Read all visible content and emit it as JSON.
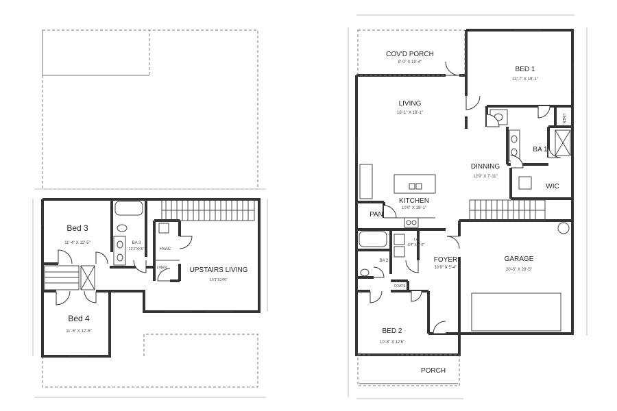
{
  "upper_floor": {
    "rooms": [
      {
        "name": "Bed 3",
        "dims": "11'-4\" X 12'-5\""
      },
      {
        "name": "Bed 4",
        "dims": "11'-5\" X 12'-5\""
      },
      {
        "name": "BA 3",
        "dims": "12'3\"X5'6\""
      },
      {
        "name": "HVAC",
        "dims": ""
      },
      {
        "name": "LINEN",
        "dims": ""
      },
      {
        "name": "UPSTAIRS LIVING",
        "dims": "16'1\"X14'6\""
      }
    ]
  },
  "main_floor": {
    "rooms": [
      {
        "name": "COV'D PORCH",
        "dims": "8'-0\" X 19'-4\""
      },
      {
        "name": "BED 1",
        "dims": "13'-7\" X 19'-1\""
      },
      {
        "name": "LIVING",
        "dims": "16'-1\" X 18'-1\""
      },
      {
        "name": "LINEN",
        "dims": ""
      },
      {
        "name": "BA 1",
        "dims": ""
      },
      {
        "name": "DINNING",
        "dims": "12'9\" X 7'-11\""
      },
      {
        "name": "WIC",
        "dims": ""
      },
      {
        "name": "KITCHEN",
        "dims": "10'0\" X 18'-1\""
      },
      {
        "name": "PAN",
        "dims": ""
      },
      {
        "name": "LA",
        "dims": "5'4\" X 6'-6\""
      },
      {
        "name": "BA 2",
        "dims": ""
      },
      {
        "name": "FOYER",
        "dims": "10'9\" X 5'-4\""
      },
      {
        "name": "GARAGE",
        "dims": "20'-5\" X 20'-5\""
      },
      {
        "name": "COATS",
        "dims": ""
      },
      {
        "name": "BED 2",
        "dims": "10'-8\" X 12'5\""
      },
      {
        "name": "PORCH",
        "dims": ""
      }
    ]
  }
}
